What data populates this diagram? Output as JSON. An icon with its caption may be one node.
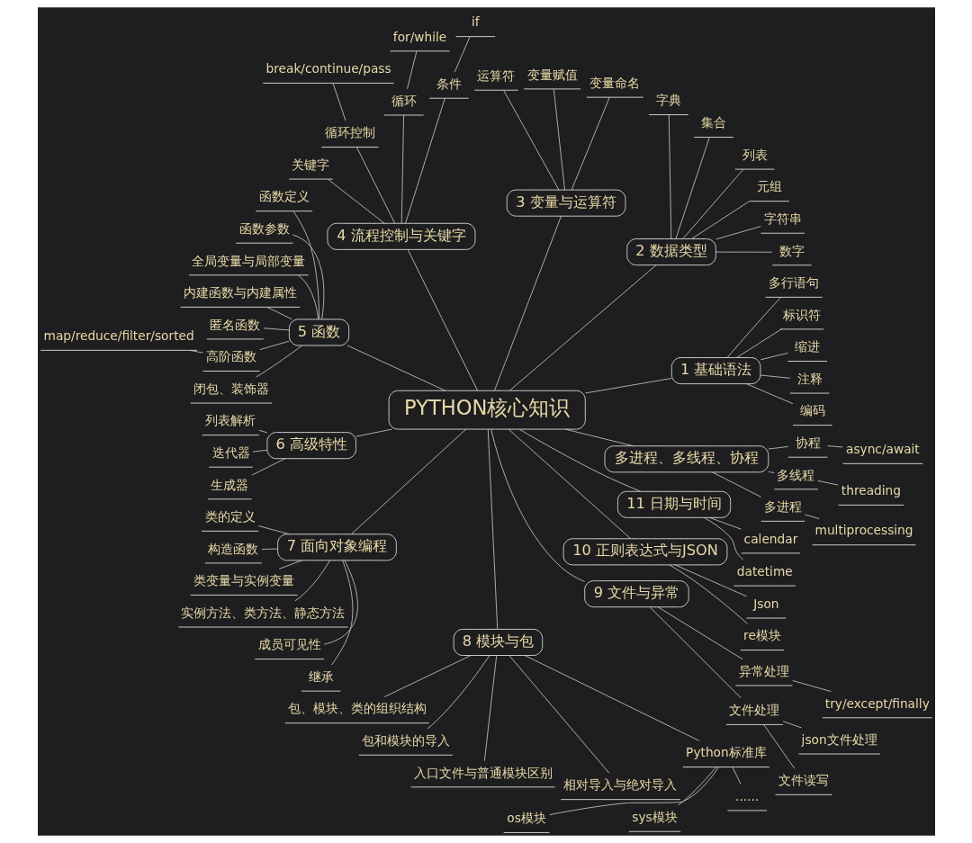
{
  "diagram": {
    "nodes": [
      {
        "text": [
          "PYTHON核心知识"
        ]
      },
      {
        "text": [
          "1 基础语法"
        ]
      },
      {
        "text": [
          "编码"
        ]
      },
      {
        "text": [
          "注释"
        ]
      },
      {
        "text": [
          "缩进"
        ]
      },
      {
        "text": [
          "标识符"
        ]
      },
      {
        "text": [
          "多行语句"
        ]
      },
      {
        "text": [
          "2 数据类型"
        ]
      },
      {
        "text": [
          "数字"
        ]
      },
      {
        "text": [
          "字符串"
        ]
      },
      {
        "text": [
          "元组"
        ]
      },
      {
        "text": [
          "列表"
        ]
      },
      {
        "text": [
          "集合"
        ]
      },
      {
        "text": [
          "字典"
        ]
      },
      {
        "text": [
          "3 变量与运算符"
        ]
      },
      {
        "text": [
          "变量命名"
        ]
      },
      {
        "text": [
          "变量赋值"
        ]
      },
      {
        "text": [
          "运算符"
        ]
      },
      {
        "text": [
          "4 流程控制与关键字"
        ]
      },
      {
        "text": [
          "条件"
        ]
      },
      {
        "text": [
          "if"
        ]
      },
      {
        "text": [
          "循环"
        ]
      },
      {
        "text": [
          "for/while"
        ]
      },
      {
        "text": [
          "循环控制"
        ]
      },
      {
        "text": [
          "break/continue/pass"
        ]
      },
      {
        "text": [
          "关键字"
        ]
      },
      {
        "text": [
          "5 函数"
        ]
      },
      {
        "text": [
          "函数定义"
        ]
      },
      {
        "text": [
          "函数参数"
        ]
      },
      {
        "text": [
          "全局变量与局部变量"
        ]
      },
      {
        "text": [
          "内建函数与内建属性"
        ]
      },
      {
        "text": [
          "匿名函数"
        ]
      },
      {
        "text": [
          "高阶函数"
        ]
      },
      {
        "text": [
          "map/reduce/filter/sorted"
        ]
      },
      {
        "text": [
          "闭包、装饰器"
        ]
      },
      {
        "text": [
          "6 高级特性"
        ]
      },
      {
        "text": [
          "列表解析"
        ]
      },
      {
        "text": [
          "迭代器"
        ]
      },
      {
        "text": [
          "生成器"
        ]
      },
      {
        "text": [
          "7 面向对象编程"
        ]
      },
      {
        "text": [
          "类的定义"
        ]
      },
      {
        "text": [
          "构造函数"
        ]
      },
      {
        "text": [
          "类变量与实例变量"
        ]
      },
      {
        "text": [
          "实例方法、类方法、静态方法"
        ]
      },
      {
        "text": [
          "成员可见性"
        ]
      },
      {
        "text": [
          "继承"
        ]
      },
      {
        "text": [
          "8 模块与包"
        ]
      },
      {
        "text": [
          "包、模块、类的组织结构"
        ]
      },
      {
        "text": [
          "包和模块的导入"
        ]
      },
      {
        "text": [
          "入口文件与普通模块区别"
        ]
      },
      {
        "text": [
          "相对导入与绝对导入"
        ]
      },
      {
        "text": [
          "Python标准库"
        ]
      },
      {
        "text": [
          "os模块"
        ]
      },
      {
        "text": [
          "sys模块"
        ]
      },
      {
        "text": [
          "......"
        ]
      },
      {
        "text": [
          "9 文件与异常"
        ]
      },
      {
        "text": [
          "文件处理"
        ]
      },
      {
        "text": [
          "文件读写"
        ]
      },
      {
        "text": [
          "json文件处理"
        ]
      },
      {
        "text": [
          "异常处理"
        ]
      },
      {
        "text": [
          "try/except/finally"
        ]
      },
      {
        "text": [
          "10 正则表达式与JSON"
        ]
      },
      {
        "text": [
          "re模块"
        ]
      },
      {
        "text": [
          "Json"
        ]
      },
      {
        "text": [
          "11 日期与时间"
        ]
      },
      {
        "text": [
          "datetime"
        ]
      },
      {
        "text": [
          "calendar"
        ]
      },
      {
        "text": [
          "多进程、多线程、协程"
        ]
      },
      {
        "text": [
          "多进程"
        ]
      },
      {
        "text": [
          "multiprocessing"
        ]
      },
      {
        "text": [
          "多线程"
        ]
      },
      {
        "text": [
          "threading"
        ]
      },
      {
        "text": [
          "协程"
        ]
      },
      {
        "text": [
          "async/await"
        ]
      }
    ],
    "edges": [
      {
        "from": 0,
        "to": 1,
        "arrow": "none"
      },
      {
        "from": 1,
        "to": 2,
        "arrow": "none"
      },
      {
        "from": 1,
        "to": 3,
        "arrow": "none"
      },
      {
        "from": 1,
        "to": 4,
        "arrow": "none"
      },
      {
        "from": 1,
        "to": 5,
        "arrow": "none"
      },
      {
        "from": 1,
        "to": 6,
        "arrow": "none"
      },
      {
        "from": 0,
        "to": 7,
        "arrow": "none"
      },
      {
        "from": 7,
        "to": 8,
        "arrow": "none"
      },
      {
        "from": 7,
        "to": 9,
        "arrow": "none"
      },
      {
        "from": 7,
        "to": 10,
        "arrow": "none"
      },
      {
        "from": 7,
        "to": 11,
        "arrow": "none"
      },
      {
        "from": 7,
        "to": 12,
        "arrow": "none"
      },
      {
        "from": 7,
        "to": 13,
        "arrow": "none"
      },
      {
        "from": 0,
        "to": 14,
        "arrow": "none"
      },
      {
        "from": 14,
        "to": 15,
        "arrow": "none"
      },
      {
        "from": 14,
        "to": 16,
        "arrow": "none"
      },
      {
        "from": 14,
        "to": 17,
        "arrow": "none"
      },
      {
        "from": 0,
        "to": 18,
        "arrow": "none"
      },
      {
        "from": 18,
        "to": 19,
        "arrow": "none"
      },
      {
        "from": 19,
        "to": 20,
        "arrow": "none"
      },
      {
        "from": 18,
        "to": 21,
        "arrow": "none"
      },
      {
        "from": 21,
        "to": 22,
        "arrow": "none"
      },
      {
        "from": 18,
        "to": 23,
        "arrow": "none"
      },
      {
        "from": 23,
        "to": 24,
        "arrow": "none"
      },
      {
        "from": 18,
        "to": 25,
        "arrow": "none"
      },
      {
        "from": 0,
        "to": 26,
        "arrow": "none"
      },
      {
        "from": 26,
        "to": 27,
        "arrow": "none"
      },
      {
        "from": 26,
        "to": 28,
        "arrow": "none"
      },
      {
        "from": 26,
        "to": 29,
        "arrow": "none"
      },
      {
        "from": 26,
        "to": 30,
        "arrow": "none"
      },
      {
        "from": 26,
        "to": 31,
        "arrow": "none"
      },
      {
        "from": 26,
        "to": 32,
        "arrow": "none"
      },
      {
        "from": 32,
        "to": 33,
        "arrow": "none"
      },
      {
        "from": 26,
        "to": 34,
        "arrow": "none"
      },
      {
        "from": 0,
        "to": 35,
        "arrow": "none"
      },
      {
        "from": 35,
        "to": 36,
        "arrow": "none"
      },
      {
        "from": 35,
        "to": 37,
        "arrow": "none"
      },
      {
        "from": 35,
        "to": 38,
        "arrow": "none"
      },
      {
        "from": 0,
        "to": 39,
        "arrow": "none"
      },
      {
        "from": 39,
        "to": 40,
        "arrow": "none"
      },
      {
        "from": 39,
        "to": 41,
        "arrow": "none"
      },
      {
        "from": 39,
        "to": 42,
        "arrow": "none"
      },
      {
        "from": 39,
        "to": 43,
        "arrow": "none"
      },
      {
        "from": 39,
        "to": 44,
        "arrow": "none"
      },
      {
        "from": 39,
        "to": 45,
        "arrow": "none"
      },
      {
        "from": 0,
        "to": 46,
        "arrow": "none"
      },
      {
        "from": 46,
        "to": 47,
        "arrow": "none"
      },
      {
        "from": 46,
        "to": 48,
        "arrow": "none"
      },
      {
        "from": 46,
        "to": 49,
        "arrow": "none"
      },
      {
        "from": 46,
        "to": 50,
        "arrow": "none"
      },
      {
        "from": 46,
        "to": 51,
        "arrow": "none"
      },
      {
        "from": 51,
        "to": 52,
        "arrow": "none"
      },
      {
        "from": 51,
        "to": 53,
        "arrow": "none"
      },
      {
        "from": 51,
        "to": 54,
        "arrow": "none"
      },
      {
        "from": 0,
        "to": 55,
        "arrow": "none"
      },
      {
        "from": 55,
        "to": 56,
        "arrow": "none"
      },
      {
        "from": 56,
        "to": 57,
        "arrow": "none"
      },
      {
        "from": 56,
        "to": 58,
        "arrow": "none"
      },
      {
        "from": 55,
        "to": 59,
        "arrow": "none"
      },
      {
        "from": 59,
        "to": 60,
        "arrow": "none"
      },
      {
        "from": 0,
        "to": 61,
        "arrow": "none"
      },
      {
        "from": 61,
        "to": 62,
        "arrow": "none"
      },
      {
        "from": 61,
        "to": 63,
        "arrow": "none"
      },
      {
        "from": 0,
        "to": 64,
        "arrow": "none"
      },
      {
        "from": 64,
        "to": 65,
        "arrow": "none"
      },
      {
        "from": 64,
        "to": 66,
        "arrow": "none"
      },
      {
        "from": 0,
        "to": 67,
        "arrow": "none"
      },
      {
        "from": 67,
        "to": 68,
        "arrow": "none"
      },
      {
        "from": 68,
        "to": 69,
        "arrow": "none"
      },
      {
        "from": 67,
        "to": 70,
        "arrow": "none"
      },
      {
        "from": 70,
        "to": 71,
        "arrow": "none"
      },
      {
        "from": 67,
        "to": 72,
        "arrow": "none"
      },
      {
        "from": 72,
        "to": 73,
        "arrow": "none"
      }
    ]
  }
}
